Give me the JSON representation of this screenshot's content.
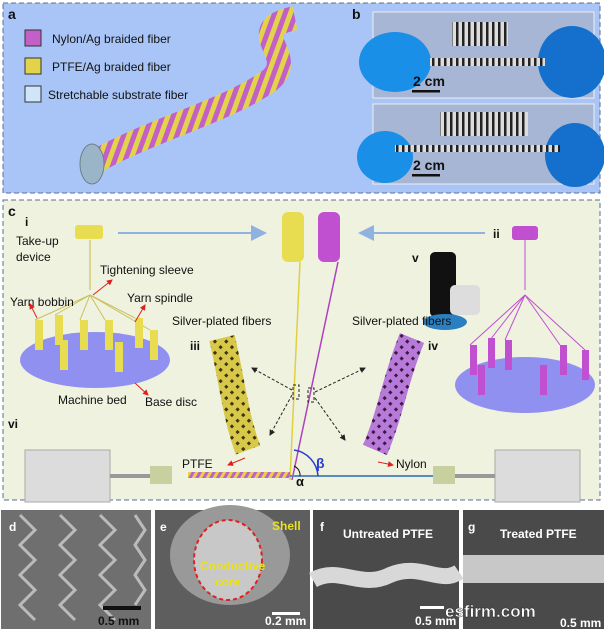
{
  "panel_a": {
    "label": "a",
    "legend": [
      {
        "text": "Nylon/Ag braided fiber",
        "color": "#c260c8"
      },
      {
        "text": "PTFE/Ag braided fiber",
        "color": "#e3d34a"
      },
      {
        "text": "Stretchable substrate fiber",
        "color": "#cfe6f8"
      }
    ]
  },
  "panel_b": {
    "label": "b",
    "scale_top": "2 cm",
    "scale_bottom": "2 cm"
  },
  "panel_c": {
    "label": "c",
    "sub_i": "i",
    "sub_ii": "ii",
    "sub_iii": "iii",
    "sub_iv": "iv",
    "sub_v": "v",
    "sub_vi": "vi",
    "take_up_1": "Take-up",
    "take_up_2": "device",
    "tightening_sleeve": "Tightening sleeve",
    "yarn_bobbin": "Yarn bobbin",
    "yarn_spindle": "Yarn spindle",
    "machine_bed": "Machine bed",
    "base_disc": "Base disc",
    "silver_left": "Silver-plated fibers",
    "silver_right": "Silver-plated fibers",
    "ptfe": "PTFE",
    "nylon": "Nylon",
    "alpha": "α",
    "beta": "β"
  },
  "panel_d": {
    "label": "d",
    "scale": "0.5 mm"
  },
  "panel_e": {
    "label": "e",
    "shell": "Shell",
    "core_1": "Conductive",
    "core_2": "core",
    "scale": "0.2 mm"
  },
  "panel_f": {
    "label": "f",
    "title": "Untreated PTFE",
    "scale": "0.5 mm"
  },
  "panel_g": {
    "label": "g",
    "title": "Treated PTFE",
    "scale": "0.5 mm"
  },
  "watermark": "esfirm.com",
  "colors": {
    "panel_ab_bg": "#a9c5f7",
    "panel_c_bg": "#eef2df",
    "nylon": "#c260c8",
    "ptfe": "#e3d34a",
    "arrow_red": "#e02020",
    "beta_blue": "#2b3fd0"
  }
}
